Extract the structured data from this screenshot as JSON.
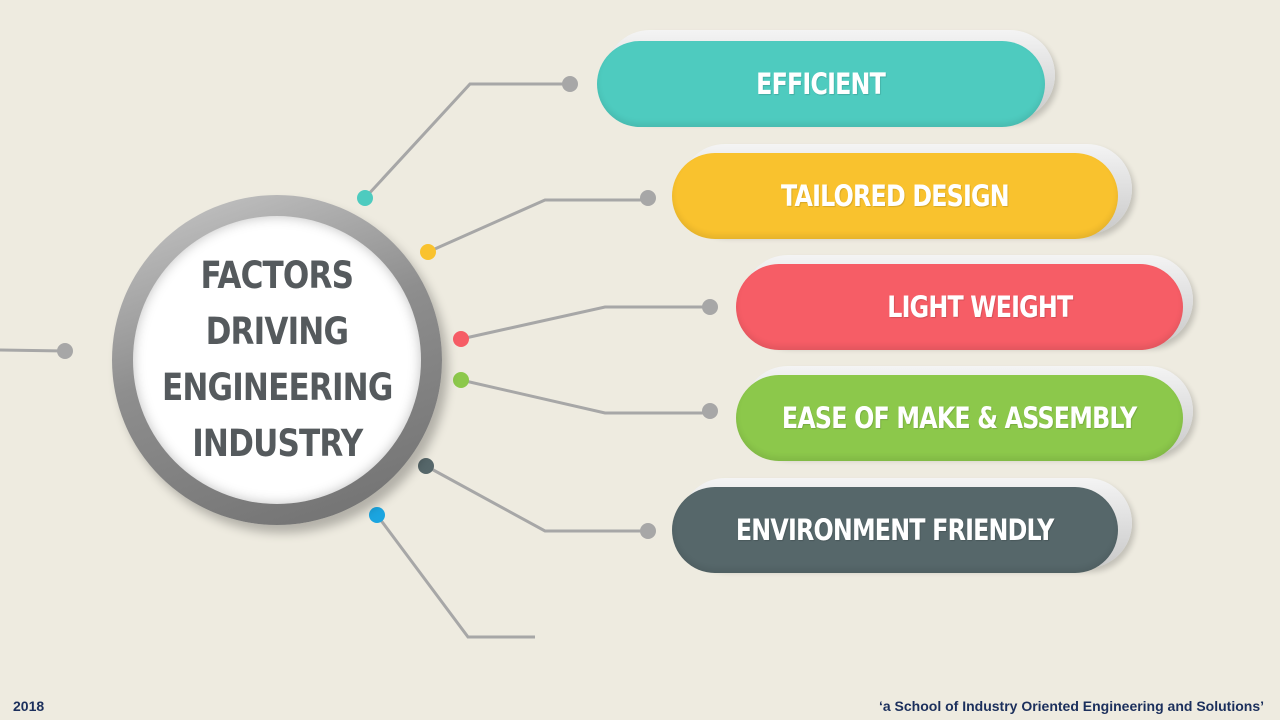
{
  "hub": {
    "lines": [
      "FACTORS",
      "DRIVING",
      "ENGINEERING",
      "INDUSTRY"
    ],
    "ring_color": "#8e8e8e",
    "text_color": "#555a5d"
  },
  "factors": [
    {
      "label": "EFFICIENT",
      "color": "#4ecbbf"
    },
    {
      "label": "TAILORED DESIGN",
      "color": "#f9c22e"
    },
    {
      "label": "LIGHT WEIGHT",
      "color": "#f65d66"
    },
    {
      "label": "EASE OF MAKE & ASSEMBLY",
      "color": "#8cc84b"
    },
    {
      "label": "ENVIRONMENT FRIENDLY",
      "color": "#56676a"
    }
  ],
  "extra_connector_color": "#1ba5e0",
  "connector_line_color": "#a7a7a7",
  "footer": {
    "year": "2018",
    "tagline": "‘a School of Industry Oriented Engineering and Solutions’"
  }
}
